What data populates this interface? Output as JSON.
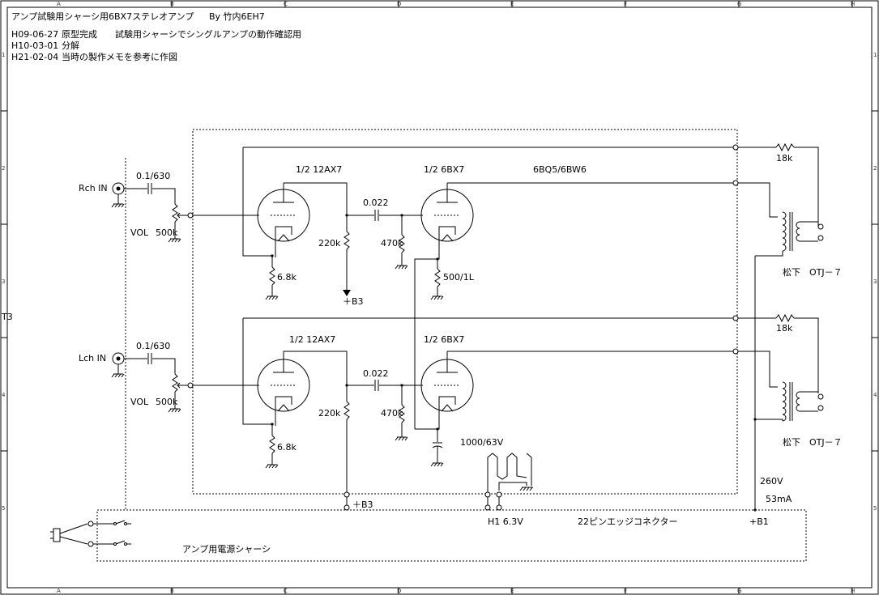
{
  "header": {
    "title": "アンプ試験用シャーシ用6BX7ステレオアンプ",
    "author": "By  竹内6EH7",
    "history": [
      {
        "date": "H09-06-27",
        "note": "原型完成　　試験用シャーシでシングルアンプの動作確認用"
      },
      {
        "date": "H10-03-01",
        "note": "分解"
      },
      {
        "date": "H21-02-04",
        "note": "当時の製作メモを参考に作図"
      }
    ]
  },
  "border": {
    "cols": [
      "A",
      "B",
      "C",
      "D",
      "E",
      "F",
      "G",
      "H"
    ],
    "rows": [
      "1",
      "2",
      "3",
      "4",
      "5"
    ],
    "side_mark": "T3"
  },
  "schematic": {
    "rch": {
      "input": "Rch IN",
      "cap_in": "0.1/630",
      "vol": "VOL",
      "vol_value": "500k",
      "tube1": "1/2 12AX7",
      "tube2": "1/2 6BX7",
      "r_plate": "220k",
      "r_cathode": "6.8k",
      "c_coupling": "0.022",
      "r_grid": "470k",
      "r_cathode2": "500/1L",
      "b3": "＋B3",
      "note_6bq5": "6BQ5/6BW6",
      "r_feedback": "18k",
      "transformer": "松下　OTJ－７"
    },
    "lch": {
      "input": "Lch IN",
      "cap_in": "0.1/630",
      "vol": "VOL",
      "vol_value": "500k",
      "tube1": "1/2 12AX7",
      "tube2": "1/2 6BX7",
      "r_plate": "220k",
      "r_cathode": "6.8k",
      "c_coupling": "0.022",
      "r_grid": "470k",
      "c_cathode": "1000/63V",
      "r_feedback": "18k",
      "transformer": "松下　OTJ－７"
    },
    "supply": {
      "b3": "＋B3",
      "heater": "H1  6.3V",
      "connector": "22ピンエッジコネクター",
      "b1": "+B1",
      "voltage": "260V",
      "current": "53mA",
      "chassis": "アンプ用電源シャーシ"
    }
  },
  "icons": [
    "rca-jack-icon",
    "potentiometer-icon",
    "vacuum-tube-icon",
    "resistor-icon",
    "capacitor-icon",
    "ground-icon",
    "output-transformer-icon",
    "power-plug-icon",
    "switch-icon"
  ]
}
